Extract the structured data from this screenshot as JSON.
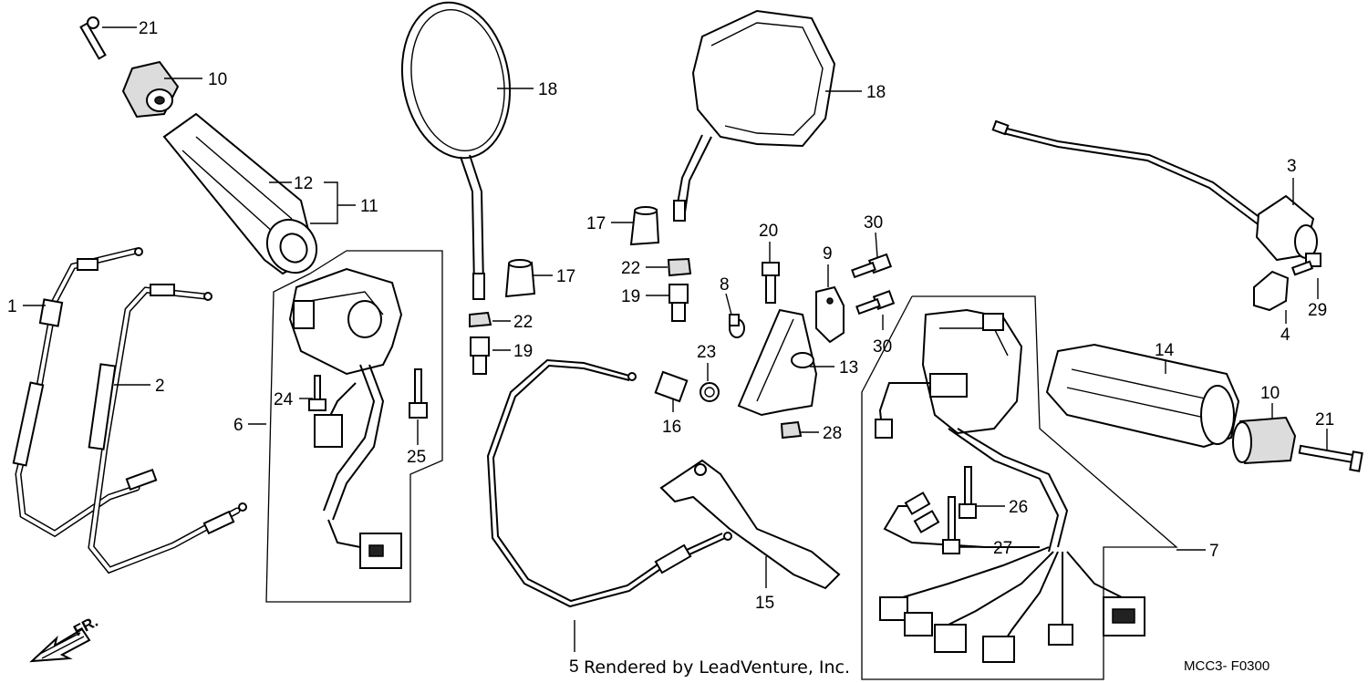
{
  "diagram": {
    "callouts": [
      "1",
      "2",
      "3",
      "4",
      "5",
      "6",
      "7",
      "8",
      "9",
      "10",
      "10",
      "11",
      "12",
      "13",
      "14",
      "15",
      "16",
      "17",
      "17",
      "18",
      "18",
      "19",
      "19",
      "20",
      "21",
      "21",
      "22",
      "22",
      "23",
      "24",
      "25",
      "26",
      "27",
      "28",
      "29",
      "30",
      "30"
    ],
    "watermark": "Rendered by LeadVenture, Inc.",
    "diagram_code": "MCC3- F0300",
    "front_arrow_label": "FR."
  },
  "icons": {
    "front_arrow": "arrow-icon"
  }
}
